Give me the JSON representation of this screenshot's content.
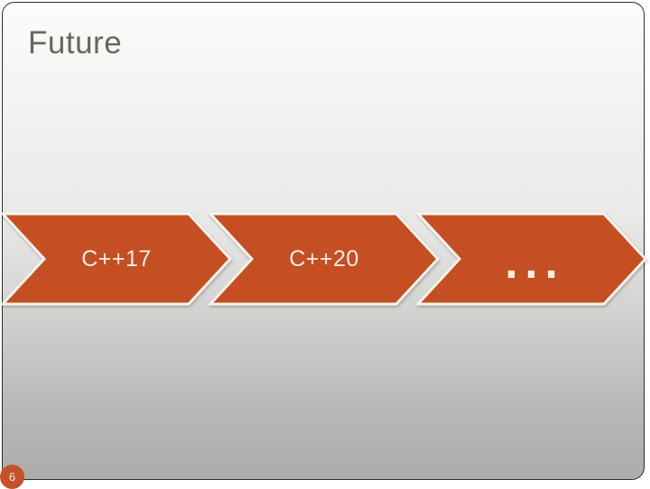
{
  "slide": {
    "title": "Future",
    "page_number": "6",
    "timeline": {
      "type": "chevron-process",
      "items": [
        {
          "label": "C++17"
        },
        {
          "label": "C++20"
        },
        {
          "label": "..."
        }
      ]
    },
    "colors": {
      "accent_orange": "#c54e22",
      "arrow_outline_cream": "#f6f2ea",
      "title_gray": "#67675f",
      "slide_border": "#2d2d2b",
      "background_top": "#fcfcfb",
      "background_bottom": "#acacaa",
      "label_text": "#f5efe5"
    }
  }
}
